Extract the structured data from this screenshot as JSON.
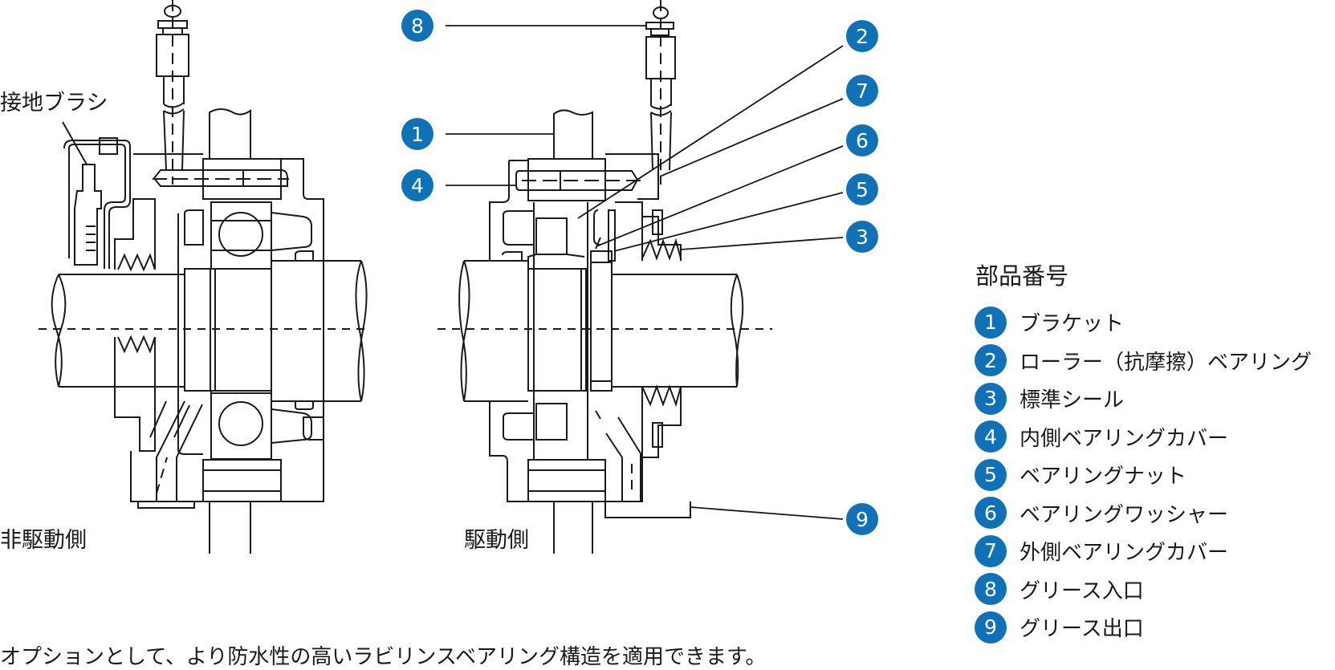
{
  "diagram": {
    "labels": {
      "ground_brush": "接地ブラシ",
      "non_drive_side": "非駆動側",
      "drive_side": "駆動側"
    },
    "callouts": [
      "8",
      "1",
      "4",
      "2",
      "7",
      "6",
      "5",
      "3",
      "9"
    ],
    "accent_color": "#0f72b8"
  },
  "legend": {
    "title": "部品番号",
    "items": [
      {
        "number": "1",
        "label": "ブラケット"
      },
      {
        "number": "2",
        "label": "ローラー（抗摩擦）ベアリング"
      },
      {
        "number": "3",
        "label": "標準シール"
      },
      {
        "number": "4",
        "label": "内側ベアリングカバー"
      },
      {
        "number": "5",
        "label": "ベアリングナット"
      },
      {
        "number": "6",
        "label": "ベアリングワッシャー"
      },
      {
        "number": "7",
        "label": "外側ベアリングカバー"
      },
      {
        "number": "8",
        "label": "グリース入口"
      },
      {
        "number": "9",
        "label": "グリース出口"
      }
    ]
  },
  "caption": "オプションとして、より防水性の高いラビリンスベアリング構造を適用できます。"
}
